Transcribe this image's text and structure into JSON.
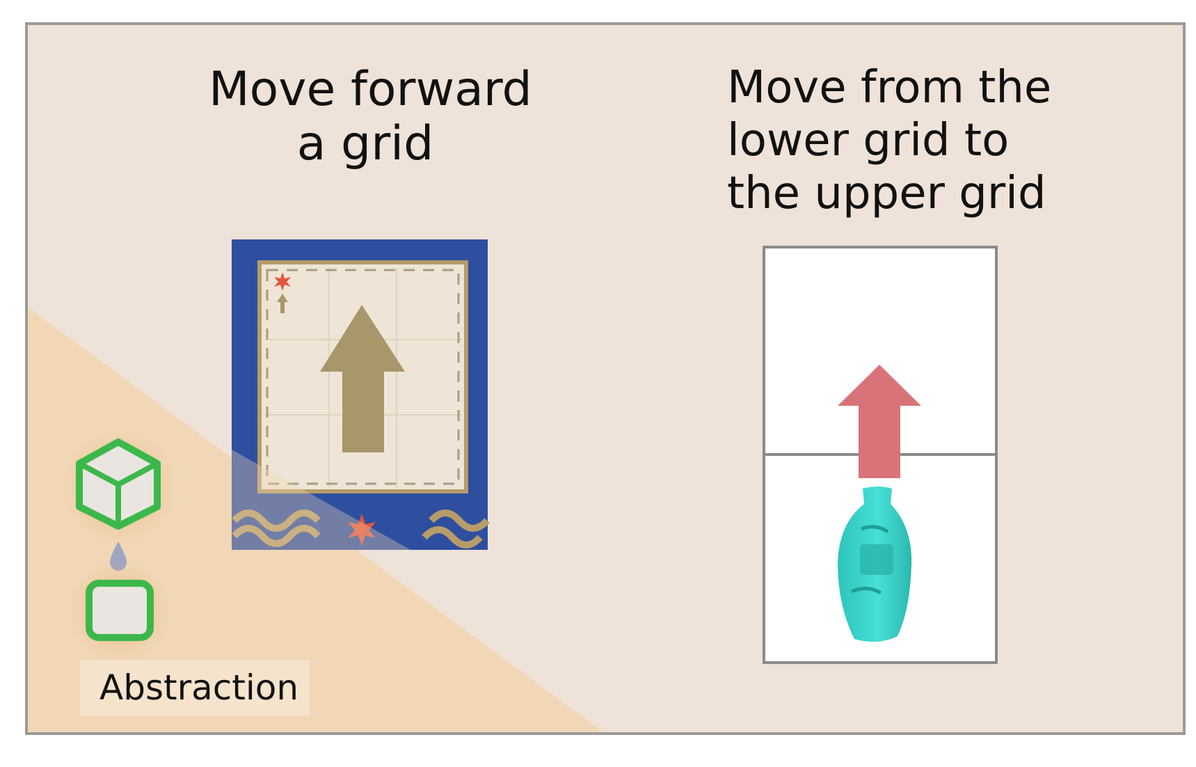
{
  "panel_left": {
    "title_line1": "Move forward",
    "title_line2": "a grid"
  },
  "panel_right": {
    "title_line1": "Move from the",
    "title_line2": "lower grid to",
    "title_line3": "the upper grid"
  },
  "corner": {
    "label": "Abstraction"
  },
  "colors": {
    "background": "#efe2d8",
    "corner_wedge": "#f1d6b2",
    "frame": "#9a9a9a",
    "card_border": "#2e4f9f",
    "card_inner": "#efe5d6",
    "card_arrow": "#a8976a",
    "star": "#e4553c",
    "wave": "#b79c6a",
    "grid_arrow": "#d9737a",
    "figurine": "#3fd6cc",
    "green_icon": "#3cb84a"
  },
  "icons": {
    "card_arrow": "up-arrow-icon",
    "grid_arrow": "up-arrow-icon",
    "figurine": "figurine-icon",
    "cube": "cube-icon",
    "square": "rounded-square-icon",
    "drop": "drop-icon",
    "star": "star-icon"
  }
}
